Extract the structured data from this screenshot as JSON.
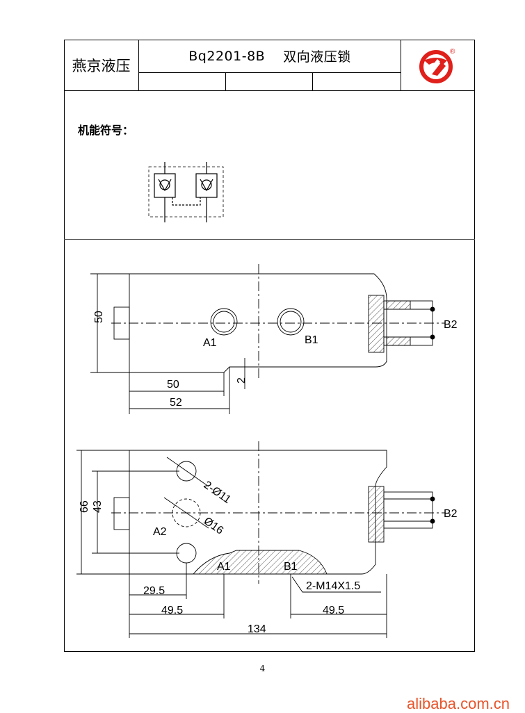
{
  "header": {
    "company": "燕京液压",
    "model": "Bq2201-8B",
    "product_name": "双向液压锁",
    "registered_mark": "®"
  },
  "symbol_section": {
    "label": "机能符号："
  },
  "top_view": {
    "dim_height": "50",
    "dim_width_50": "50",
    "dim_width_52": "52",
    "dim_small": "2",
    "port_a1": "A1",
    "port_b1": "B1",
    "port_b2": "B2"
  },
  "bottom_view": {
    "dim_66": "66",
    "dim_43": "43",
    "hole_spec_1": "2-Ø11",
    "hole_spec_2": "Ø16",
    "port_a2": "A2",
    "port_a1": "A1",
    "port_b1": "B1",
    "port_b2": "B2",
    "thread_spec": "2-M14X1.5",
    "dim_29_5": "29.5",
    "dim_49_5_left": "49.5",
    "dim_49_5_right": "49.5",
    "dim_134": "134"
  },
  "footer": {
    "page_number": "4",
    "watermark": "alibaba.com.cn"
  },
  "colors": {
    "logo_red": "#e0201b",
    "watermark": "#e8542a"
  }
}
